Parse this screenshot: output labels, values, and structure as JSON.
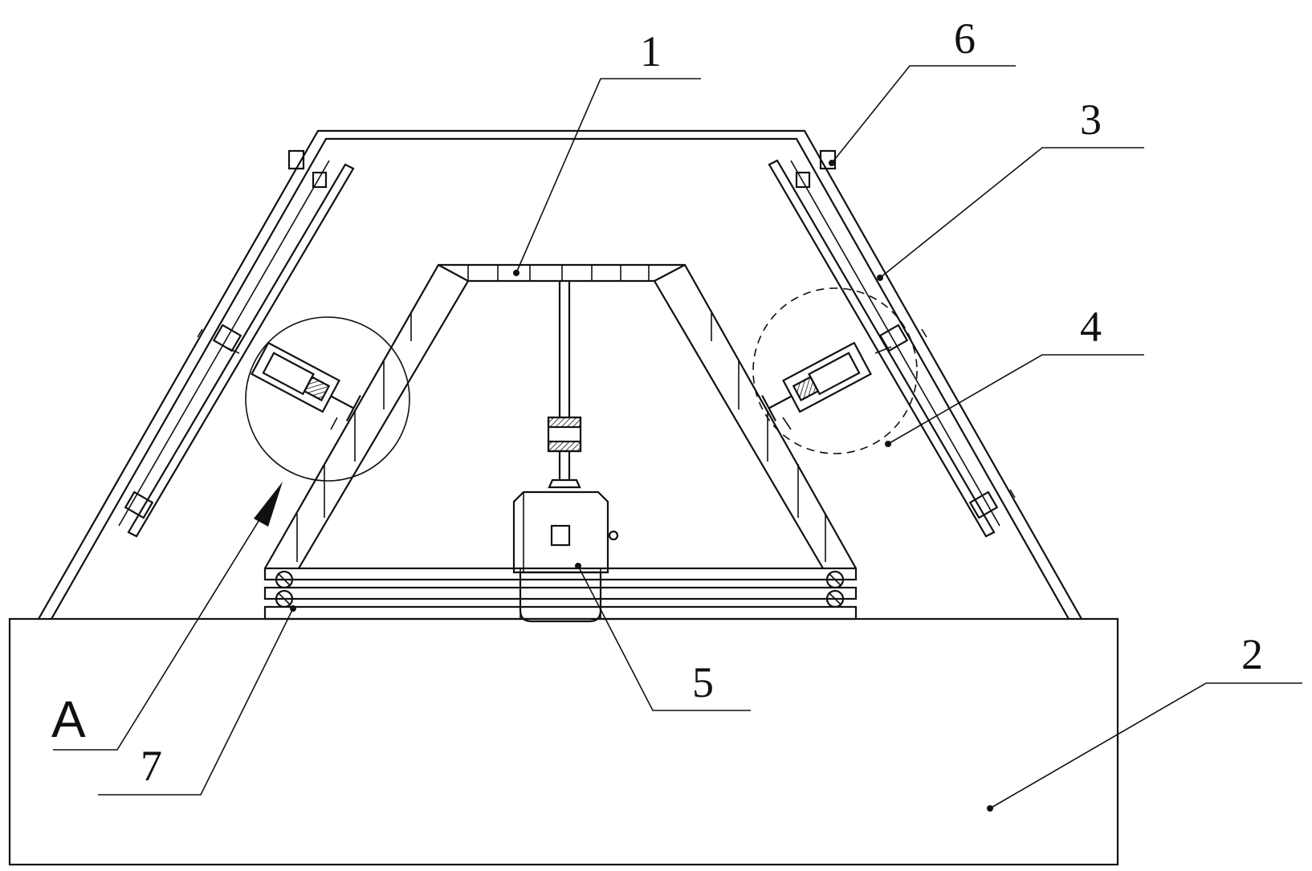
{
  "labels": {
    "n1": "1",
    "n2": "2",
    "n3": "3",
    "n4": "4",
    "n5": "5",
    "n6": "6",
    "n7": "7",
    "detail_a": "A"
  },
  "colors": {
    "line": "#111111",
    "background": "#ffffff"
  }
}
